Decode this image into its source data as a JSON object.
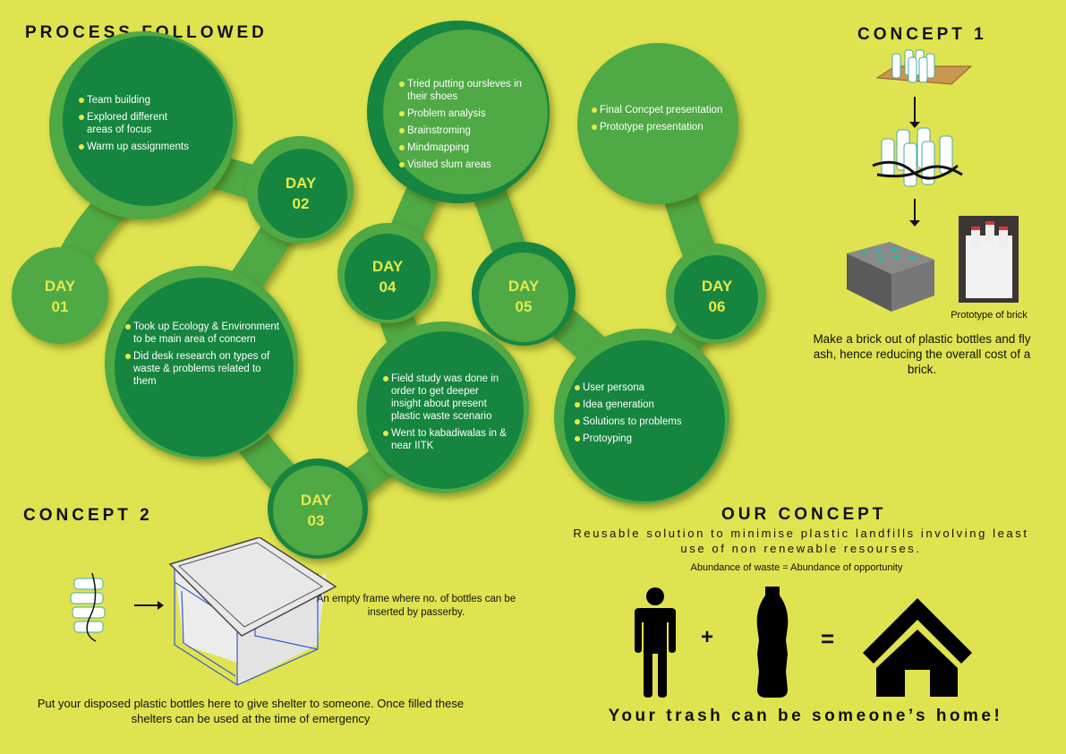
{
  "process": {
    "title": "PROCESS FOLLOWED",
    "days": [
      {
        "label": "DAY",
        "num": "01",
        "items": [
          "Team building",
          "Explored different areas of focus",
          "Warm up assignments"
        ]
      },
      {
        "label": "DAY",
        "num": "02",
        "items": [
          "Took up Ecology & Environment to be main area of concern",
          "Did desk research on types of waste & problems related to them"
        ]
      },
      {
        "label": "DAY",
        "num": "03",
        "items": [
          "Field study was done in order to get deeper insight about present plastic waste scenario",
          "Went to kabadiwalas in & near IITK"
        ]
      },
      {
        "label": "DAY",
        "num": "04",
        "items": [
          "Tried putting oursleves in their shoes",
          "Problem analysis",
          "Brainstroming",
          "Mindmapping",
          "Visited slum areas"
        ]
      },
      {
        "label": "DAY",
        "num": "05",
        "items": [
          "User persona",
          "Idea generation",
          "Solutions to problems",
          "Protoyping"
        ]
      },
      {
        "label": "DAY",
        "num": "06",
        "items": [
          "Final Concpet presentation",
          "Prototype presentation"
        ]
      }
    ]
  },
  "concept1": {
    "title": "CONCEPT 1",
    "photo_caption": "Prototype of brick",
    "description": "Make a brick out of plastic bottles and fly ash, hence reducing the overall cost of a brick."
  },
  "concept2": {
    "title": "CONCEPT 2",
    "frame_note": "An empty frame where no. of bottles can be inserted by passerby.",
    "description": "Put your disposed plastic bottles here to give shelter to someone. Once filled these  shelters can be used at the time of emergency"
  },
  "our_concept": {
    "title": "OUR CONCEPT",
    "subtitle": "Reusable solution to minimise plastic landfills involving least use of non renewable resourses.",
    "tagline": "Abundance of waste = Abundance of opportunity",
    "plus": "+",
    "equals": "=",
    "slogan": "Your trash can be someone’s home!"
  },
  "colors": {
    "background": "#dfe34f",
    "dark_green": "#13853f",
    "light_green": "#50a945",
    "accent_yellow": "#e8e84a"
  }
}
